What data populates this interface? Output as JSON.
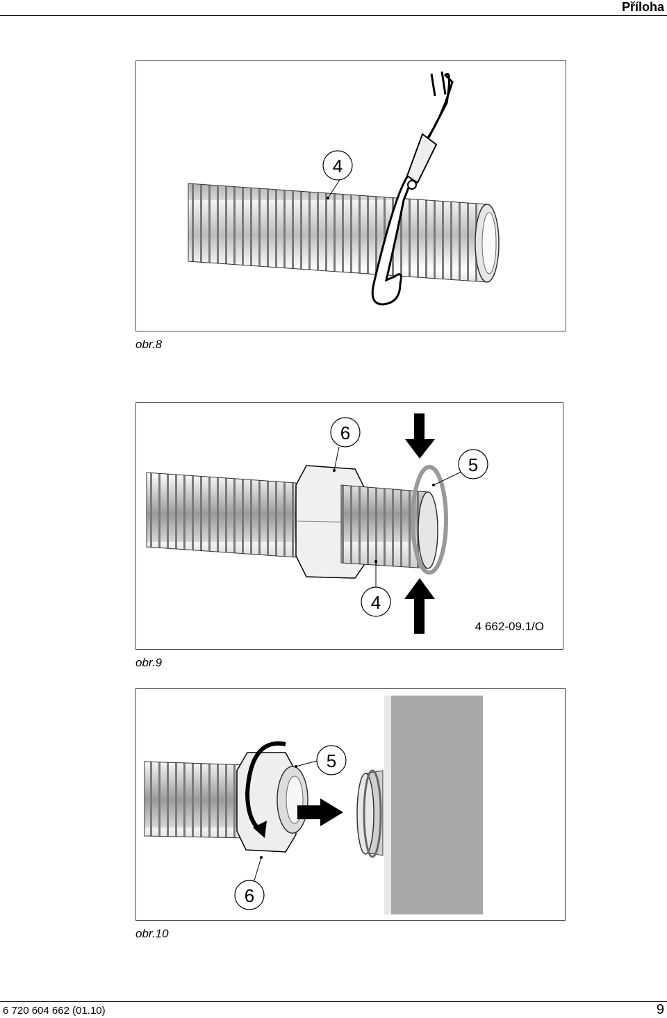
{
  "header": {
    "section_title": "Příloha"
  },
  "figures": [
    {
      "caption": "obr.8",
      "callouts": [
        "4"
      ]
    },
    {
      "caption": "obr.9",
      "callouts": [
        "6",
        "5",
        "4"
      ],
      "drawing_code": "4 662-09.1/O"
    },
    {
      "caption": "obr.10",
      "callouts": [
        "5",
        "6"
      ]
    }
  ],
  "footer": {
    "doc_number": "6 720 604 662 (01.10)",
    "page_number": "9"
  }
}
